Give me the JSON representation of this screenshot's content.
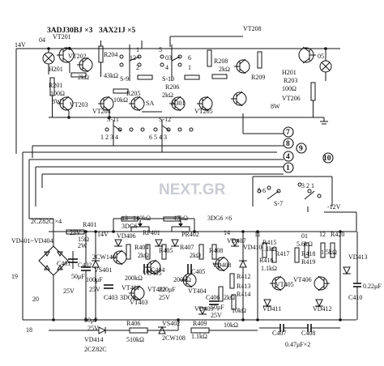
{
  "watermark": "NEXT.GR",
  "labels": {
    "ttype_a": "3ADJ30BJ ×3",
    "ttype_b": "3AX21J ×5",
    "n04": "04",
    "vt201": "VT201",
    "vt208": "VT208",
    "v14_top": "14V",
    "vt202": "VT202",
    "r204": "R204",
    "k2_left": "2kΩ",
    "h201_left": "H201",
    "r201": "R201",
    "ohm100_left": "100Ω",
    "w8_left": "8W",
    "vt203": "VT203",
    "vt204": "VT204",
    "k43": "43kΩ",
    "s9": "S-9",
    "r205": "R205",
    "k10_top": "10kΩ",
    "sa": "SA",
    "s10": "S-10",
    "r206": "R206",
    "k2_mid": "2kΩ",
    "s301": "S301",
    "vt205": "VT205",
    "r208": "R208",
    "k2_right": "2kΩ",
    "r209": "R209",
    "h201_right": "H201",
    "r203": "R203",
    "ohm100_right": "100Ω",
    "vt206": "VT206",
    "w8_right": "8W",
    "n05": "05",
    "p1": "1",
    "p12": "12",
    "p5": "5",
    "p03": "03",
    "p6": "6",
    "p2": "2",
    "p4": "4",
    "p1b": "1",
    "s11": "S-11",
    "s12": "S-12",
    "s11_pos": "1 2 3 4",
    "s12_pos": "6 5 4 3",
    "t7": "7",
    "t8": "8",
    "t9": "9",
    "t4": "4",
    "t1": "1",
    "t10": "10",
    "s7_left": "5 6",
    "s7_right": "3 2 1",
    "s7": "S-7",
    "v12n": "-12V",
    "cz82c_x4": "2CZ82C ×4",
    "v23": "23V",
    "r401": "R401",
    "ohm15": "15Ω",
    "w2": "2W",
    "v14_bot": "14V",
    "vd401": "VD401~VD404",
    "n19": "19",
    "n20": "20",
    "c401": "C401",
    "c402": "C402",
    "uf50": "50μF",
    "v25a": "25V",
    "uf100": "100μF",
    "v25b": "25V",
    "vs401": "VS401",
    "cw140": "2CW140",
    "n13": "13",
    "k140": "140kΩ",
    "dg6a": "3DG6",
    "vd406": "VD406",
    "rp401": "RP401",
    "k47": "47kΩ",
    "pr402": "PR402",
    "dg6x6": "3DG6 ×6",
    "n14": "14",
    "r404": "R404",
    "k2_r404": "2kΩ",
    "r405": "R405",
    "r407": "R407",
    "k2_r407": "2kΩ",
    "r408": "R408",
    "c404": "C404",
    "c405": "C405",
    "vd405": "VD405",
    "k200a": "200kΩ",
    "k200b": "200kΩ",
    "vt401": "VT401",
    "vt402": "VT402",
    "uf220": "220μF",
    "vt404": "VT404",
    "vt403": "VT403",
    "v25c": "25V",
    "dg6b": "3DG6",
    "c403": "C403",
    "vd407": "VD407",
    "vd410": "VD410",
    "vd408": "VD408",
    "r412": "R412",
    "r413": "R413",
    "k2_r413": "2kΩ",
    "r414": "R414",
    "k10a": "10kΩ",
    "c406": "C406",
    "uf50b": "50μF",
    "v25d": "25V",
    "vd409": "VD409",
    "n11": "11",
    "r415": "R415",
    "k11a": "1.1kΩ",
    "r417": "R417",
    "r416": "R416",
    "k11b": "1.1kΩ",
    "n01": "01",
    "k56": "5.6kΩ",
    "r418": "R418",
    "r419": "R419",
    "n12": "12",
    "r420": "R420",
    "k15": "1.5kΩ",
    "vd413": "VD413",
    "vt405": "VT405",
    "vt406": "VT406",
    "uf022": "0.22μF",
    "c410": "C410",
    "vd411": "VD411",
    "vd412": "VD412",
    "c407": "C407",
    "c408": "C408",
    "uf047": "0.47μF×2",
    "n18": "18",
    "uf50c": "50μF",
    "v25e": "25V",
    "vd414": "VD414",
    "cz82c": "2CZ82C",
    "r406": "R406",
    "k510": "510kΩ",
    "vs402": "VS402",
    "cw108": "2CW108",
    "r409": "R409",
    "k11c": "1.1kΩ",
    "k10b": "10kΩ"
  }
}
